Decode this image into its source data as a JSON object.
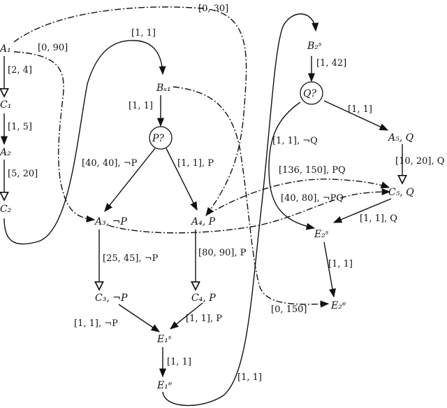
{
  "nodes": {
    "A1": "A₁",
    "C1": "C₁",
    "A2": "A₂",
    "C2": "C₂",
    "B1s": "Bₛ₁",
    "P": "P?",
    "A3": "A₃, ¬P",
    "A4": "A₄, P",
    "C3": "C₃, ¬P",
    "C4": "C₄, P",
    "E1s": "E₁ˢ",
    "E1e": "E₁ᵉ",
    "B2s": "B₂ˢ",
    "Q": "Q?",
    "A5": "A₅, Q",
    "C5": "C₅, Q",
    "E2s": "E₂ˢ",
    "E2e": "E₂ᵉ"
  },
  "labels": {
    "a1_c1": "[2, 4]",
    "c1_a2": "[1, 5]",
    "a2_c2": "[5, 20]",
    "a1_a3": "[0, 90]",
    "a1_b2s": "[0, 30]",
    "c2_b1s": "[1, 1]",
    "b1s_p": "[1, 1]",
    "p_a3": "[40, 40], ¬P",
    "p_a4": "[1, 1], P",
    "a3_c3": "[25, 45], ¬P",
    "a4_c4": "[80, 90], P",
    "c3_e1s": "[1, 1], ¬P",
    "c4_e1s": "[1, 1], P",
    "e1s_e1e": "[1, 1]",
    "e1e_b2s": "[1, 1]",
    "b2s_q": "[1, 42]",
    "q_a5": "[1, 1]",
    "q_e2s": "[1, 1], ¬Q",
    "a5_c5": "[10, 20], Q",
    "a4_c5": "[136, 150], PQ",
    "a3_c5": "[40, 80], ¬PQ",
    "c5_e2s": "[1, 1], Q",
    "e2s_e2e": "[1, 1]",
    "b1s_e2e": "[0, 150]"
  }
}
